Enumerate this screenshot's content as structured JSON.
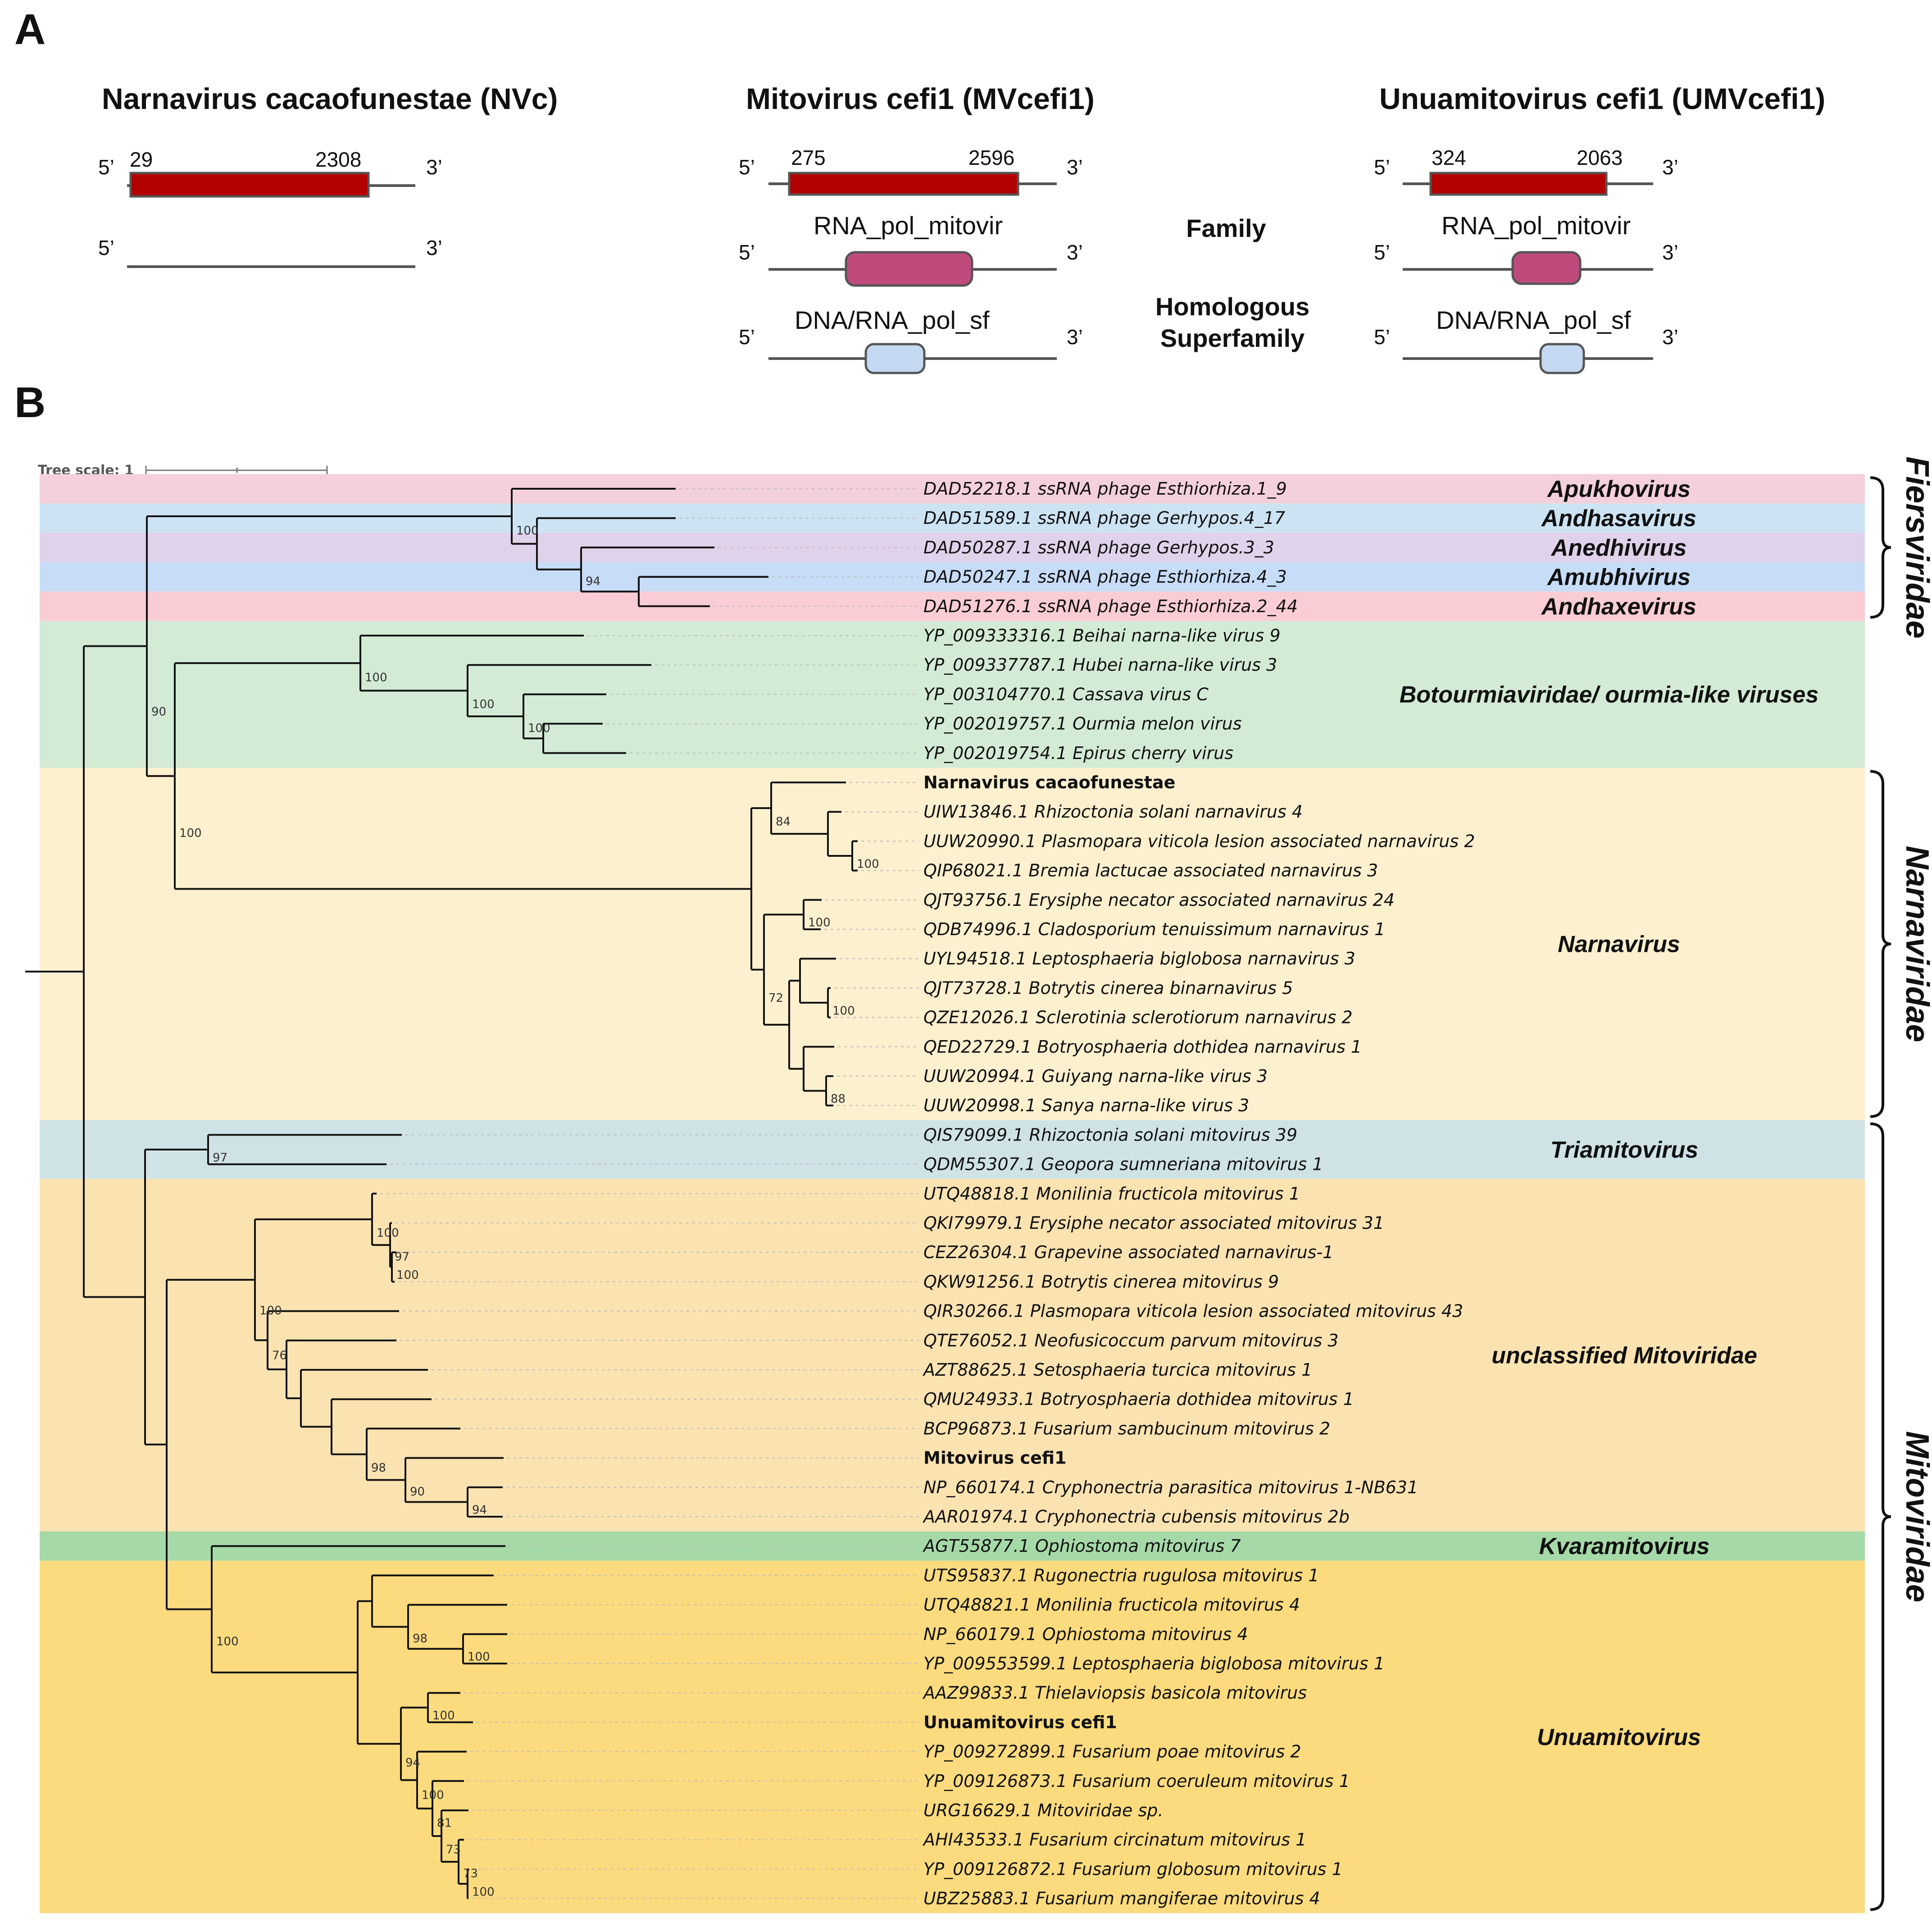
{
  "panel_a": {
    "label": "A",
    "five_prime": "5’",
    "three_prime": "3’",
    "genomes": [
      {
        "title": "Narnavirus cacaofunestae (NVc)",
        "orf_start": "29",
        "orf_end": "2308"
      },
      {
        "title": "Mitovirus cefi1 (MVcefi1)",
        "orf_start": "275",
        "orf_end": "2596",
        "family_domain": "RNA_pol_mitovir",
        "superfamily_domain": "DNA/RNA_pol_sf"
      },
      {
        "title": "Unuamitovirus cefi1 (UMVcefi1)",
        "orf_start": "324",
        "orf_end": "2063",
        "family_domain": "RNA_pol_mitovir",
        "superfamily_domain": "DNA/RNA_pol_sf"
      }
    ],
    "family_label": "Family",
    "superfamily_label_line1": "Homologous",
    "superfamily_label_line2": "Superfamily",
    "colors": {
      "orf": "#b30000",
      "family_domain": "#bf4a7b",
      "superfamily_domain": "#c4d8f2"
    }
  },
  "panel_b": {
    "label": "B",
    "tree_scale": "Tree scale: 1",
    "leaves": [
      {
        "name": "DAD52218.1 ssRNA phage Esthiorhiza.1_9",
        "bold": false
      },
      {
        "name": "DAD51589.1 ssRNA phage Gerhypos.4_17",
        "bold": false
      },
      {
        "name": "DAD50287.1 ssRNA phage Gerhypos.3_3",
        "bold": false
      },
      {
        "name": "DAD50247.1 ssRNA phage Esthiorhiza.4_3",
        "bold": false
      },
      {
        "name": "DAD51276.1 ssRNA phage Esthiorhiza.2_44",
        "bold": false
      },
      {
        "name": "YP_009333316.1 Beihai narna-like virus 9",
        "bold": false
      },
      {
        "name": "YP_009337787.1 Hubei narna-like virus 3",
        "bold": false
      },
      {
        "name": "YP_003104770.1 Cassava virus C",
        "bold": false
      },
      {
        "name": "YP_002019757.1 Ourmia melon virus",
        "bold": false
      },
      {
        "name": "YP_002019754.1 Epirus cherry virus",
        "bold": false
      },
      {
        "name": "Narnavirus cacaofunestae",
        "bold": true
      },
      {
        "name": "UIW13846.1 Rhizoctonia solani narnavirus 4",
        "bold": false
      },
      {
        "name": "UUW20990.1 Plasmopara viticola lesion associated narnavirus 2",
        "bold": false
      },
      {
        "name": "QIP68021.1 Bremia lactucae associated narnavirus 3",
        "bold": false
      },
      {
        "name": "QJT93756.1 Erysiphe necator associated narnavirus 24",
        "bold": false
      },
      {
        "name": "QDB74996.1 Cladosporium tenuissimum narnavirus 1",
        "bold": false
      },
      {
        "name": "UYL94518.1 Leptosphaeria biglobosa narnavirus 3",
        "bold": false
      },
      {
        "name": "QJT73728.1 Botrytis cinerea binarnavirus 5",
        "bold": false
      },
      {
        "name": "QZE12026.1 Sclerotinia sclerotiorum narnavirus 2",
        "bold": false
      },
      {
        "name": "QED22729.1 Botryosphaeria dothidea narnavirus 1",
        "bold": false
      },
      {
        "name": "UUW20994.1 Guiyang narna-like virus 3",
        "bold": false
      },
      {
        "name": "UUW20998.1 Sanya narna-like virus 3",
        "bold": false
      },
      {
        "name": "QIS79099.1 Rhizoctonia solani mitovirus 39",
        "bold": false
      },
      {
        "name": "QDM55307.1 Geopora sumneriana mitovirus 1",
        "bold": false
      },
      {
        "name": "UTQ48818.1 Monilinia fructicola mitovirus 1",
        "bold": false
      },
      {
        "name": "QKI79979.1 Erysiphe necator associated mitovirus 31",
        "bold": false
      },
      {
        "name": "CEZ26304.1 Grapevine associated narnavirus-1",
        "bold": false
      },
      {
        "name": "QKW91256.1 Botrytis cinerea mitovirus 9",
        "bold": false
      },
      {
        "name": "QIR30266.1 Plasmopara viticola lesion associated mitovirus 43",
        "bold": false
      },
      {
        "name": "QTE76052.1 Neofusicoccum parvum mitovirus 3",
        "bold": false
      },
      {
        "name": "AZT88625.1 Setosphaeria turcica mitovirus 1",
        "bold": false
      },
      {
        "name": "QMU24933.1 Botryosphaeria dothidea mitovirus 1",
        "bold": false
      },
      {
        "name": "BCP96873.1 Fusarium sambucinum mitovirus 2",
        "bold": false
      },
      {
        "name": "Mitovirus cefi1",
        "bold": true
      },
      {
        "name": "NP_660174.1 Cryphonectria parasitica mitovirus 1-NB631",
        "bold": false
      },
      {
        "name": "AAR01974.1 Cryphonectria cubensis mitovirus 2b",
        "bold": false
      },
      {
        "name": "AGT55877.1 Ophiostoma mitovirus 7",
        "bold": false
      },
      {
        "name": "UTS95837.1 Rugonectria rugulosa mitovirus 1",
        "bold": false
      },
      {
        "name": "UTQ48821.1 Monilinia fructicola mitovirus 4",
        "bold": false
      },
      {
        "name": "NP_660179.1 Ophiostoma mitovirus 4",
        "bold": false
      },
      {
        "name": "YP_009553599.1 Leptosphaeria biglobosa mitovirus 1",
        "bold": false
      },
      {
        "name": "AAZ99833.1 Thielaviopsis basicola mitovirus",
        "bold": false
      },
      {
        "name": "Unuamitovirus cefi1",
        "bold": true
      },
      {
        "name": "YP_009272899.1 Fusarium poae mitovirus 2",
        "bold": false
      },
      {
        "name": "YP_009126873.1 Fusarium coeruleum mitovirus 1",
        "bold": false
      },
      {
        "name": "URG16629.1 Mitoviridae sp.",
        "bold": false
      },
      {
        "name": "AHI43533.1 Fusarium circinatum mitovirus 1",
        "bold": false
      },
      {
        "name": "YP_009126872.1 Fusarium globosum mitovirus 1",
        "bold": false
      },
      {
        "name": "UBZ25883.1 Fusarium mangiferae mitovirus 4",
        "bold": false
      }
    ],
    "clades": [
      {
        "label": "Apukhovirus",
        "first": 0,
        "last": 0,
        "color": "#f4d0dc"
      },
      {
        "label": "Andhasavirus",
        "first": 1,
        "last": 1,
        "color": "#cce3f3"
      },
      {
        "label": "Anedhivirus",
        "first": 2,
        "last": 2,
        "color": "#e0d2ea"
      },
      {
        "label": "Amubhivirus",
        "first": 3,
        "last": 3,
        "color": "#c7dcf7"
      },
      {
        "label": "Andhaxevirus",
        "first": 4,
        "last": 4,
        "color": "#f9cdd3"
      },
      {
        "label": "Botourmiaviridae/ ourmia-like viruses",
        "first": 5,
        "last": 9,
        "color": "#d3ebd5"
      },
      {
        "label": "Narnavirus",
        "first": 10,
        "last": 21,
        "color": "#fdf0cf"
      },
      {
        "label": "Triamitovirus",
        "first": 22,
        "last": 23,
        "color": "#cfe3e6"
      },
      {
        "label": "unclassified Mitoviridae",
        "first": 24,
        "last": 35,
        "color": "#fbe3b1"
      },
      {
        "label": "Kvaramitovirus",
        "first": 36,
        "last": 36,
        "color": "#a6d9a8"
      },
      {
        "label": "Unuamitovirus",
        "first": 37,
        "last": 48,
        "color": "#fcdb7e"
      }
    ],
    "families": [
      {
        "label": "Fiersviridae",
        "first": 0,
        "last": 4
      },
      {
        "label": "Narnaviridae",
        "first": 10,
        "last": 21
      },
      {
        "label": "Mitoviridae",
        "first": 22,
        "last": 48
      }
    ],
    "bootstraps": [
      "100",
      "90",
      "94",
      "100",
      "100",
      "100",
      "84",
      "100",
      "100",
      "100",
      "72",
      "100",
      "88",
      "97",
      "100",
      "97",
      "100",
      "100",
      "76",
      "98",
      "90",
      "94",
      "100",
      "98",
      "100",
      "100",
      "94",
      "100",
      "81",
      "73",
      "73",
      "100"
    ]
  }
}
